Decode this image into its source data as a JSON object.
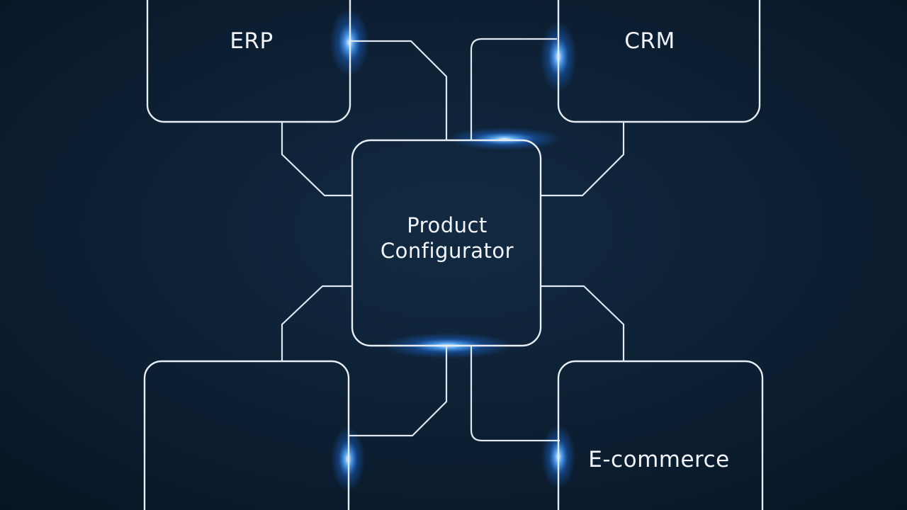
{
  "diagram": {
    "nodes": [
      {
        "id": "erp",
        "label": "ERP"
      },
      {
        "id": "crm",
        "label": "CRM"
      },
      {
        "id": "center",
        "label_line1": "Product",
        "label_line2": "Configurator"
      },
      {
        "id": "bottom-left",
        "label": ""
      },
      {
        "id": "ecommerce",
        "label": "E-commerce"
      }
    ],
    "connections": [
      {
        "from": "erp",
        "to": "center"
      },
      {
        "from": "crm",
        "to": "center"
      },
      {
        "from": "bottom-left",
        "to": "center"
      },
      {
        "from": "ecommerce",
        "to": "center"
      }
    ]
  },
  "colors": {
    "background": "#0a1a2b",
    "line": "#e6edf5",
    "glow": "#2a8cff"
  }
}
